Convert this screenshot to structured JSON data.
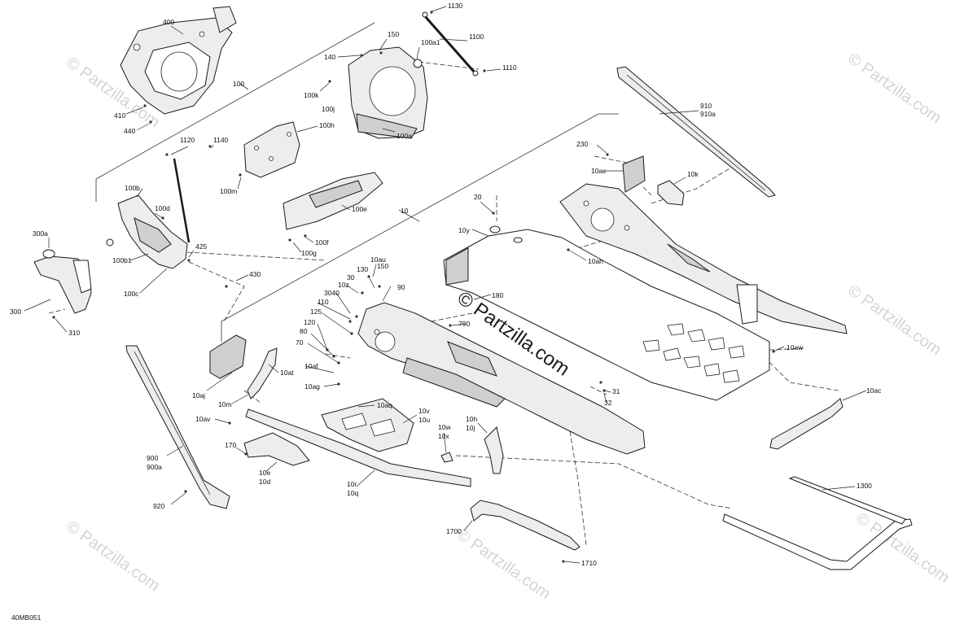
{
  "diagram": {
    "code": "40MB051",
    "watermark": "© Partzilla.com",
    "center_watermark": "© Partzilla.com",
    "labels": [
      {
        "id": "400",
        "text": "400"
      },
      {
        "id": "410",
        "text": "410"
      },
      {
        "id": "440",
        "text": "440"
      },
      {
        "id": "100",
        "text": "100"
      },
      {
        "id": "1130",
        "text": "1130"
      },
      {
        "id": "1100",
        "text": "1100"
      },
      {
        "id": "1110",
        "text": "1110"
      },
      {
        "id": "150",
        "text": "150"
      },
      {
        "id": "140",
        "text": "140"
      },
      {
        "id": "100a1",
        "text": "100a1"
      },
      {
        "id": "100k",
        "text": "100k"
      },
      {
        "id": "100j",
        "text": "100j"
      },
      {
        "id": "100a",
        "text": "100a"
      },
      {
        "id": "100h",
        "text": "100h"
      },
      {
        "id": "100m",
        "text": "100m"
      },
      {
        "id": "1120",
        "text": "1120"
      },
      {
        "id": "1140",
        "text": "1140"
      },
      {
        "id": "100b",
        "text": "100b"
      },
      {
        "id": "100d",
        "text": "100d"
      },
      {
        "id": "100b1",
        "text": "100b1"
      },
      {
        "id": "100c",
        "text": "100c"
      },
      {
        "id": "425",
        "text": "425"
      },
      {
        "id": "430",
        "text": "430"
      },
      {
        "id": "300a",
        "text": "300a"
      },
      {
        "id": "300",
        "text": "300"
      },
      {
        "id": "310",
        "text": "310"
      },
      {
        "id": "100e",
        "text": "100e"
      },
      {
        "id": "100f",
        "text": "100f"
      },
      {
        "id": "100g",
        "text": "100g"
      },
      {
        "id": "10",
        "text": "10"
      },
      {
        "id": "20",
        "text": "20"
      },
      {
        "id": "10y",
        "text": "10y"
      },
      {
        "id": "10ah",
        "text": "10ah"
      },
      {
        "id": "910",
        "text": "910"
      },
      {
        "id": "910a",
        "text": "910a"
      },
      {
        "id": "230",
        "text": "230"
      },
      {
        "id": "10ae",
        "text": "10ae"
      },
      {
        "id": "10k",
        "text": "10k"
      },
      {
        "id": "150b",
        "text": "150"
      },
      {
        "id": "130",
        "text": "130"
      },
      {
        "id": "10au",
        "text": "10au"
      },
      {
        "id": "30",
        "text": "30"
      },
      {
        "id": "10z",
        "text": "10z"
      },
      {
        "id": "3040",
        "text": "3040"
      },
      {
        "id": "90",
        "text": "90"
      },
      {
        "id": "110",
        "text": "110"
      },
      {
        "id": "125",
        "text": "125"
      },
      {
        "id": "120",
        "text": "120"
      },
      {
        "id": "80",
        "text": "80"
      },
      {
        "id": "70",
        "text": "70"
      },
      {
        "id": "180",
        "text": "180"
      },
      {
        "id": "790",
        "text": "790"
      },
      {
        "id": "10aw",
        "text": "10aw"
      },
      {
        "id": "10aj",
        "text": "10aj"
      },
      {
        "id": "10at",
        "text": "10at"
      },
      {
        "id": "10af",
        "text": "10af"
      },
      {
        "id": "10ag",
        "text": "10ag"
      },
      {
        "id": "10m",
        "text": "10m"
      },
      {
        "id": "10aq",
        "text": "10aq"
      },
      {
        "id": "10av",
        "text": "10av"
      },
      {
        "id": "10v",
        "text": "10v"
      },
      {
        "id": "10u",
        "text": "10u"
      },
      {
        "id": "10w",
        "text": "10w"
      },
      {
        "id": "10x",
        "text": "10x"
      },
      {
        "id": "10h",
        "text": "10h"
      },
      {
        "id": "10j",
        "text": "10j"
      },
      {
        "id": "31",
        "text": "31"
      },
      {
        "id": "32",
        "text": "32"
      },
      {
        "id": "10ac",
        "text": "10ac"
      },
      {
        "id": "170",
        "text": "170"
      },
      {
        "id": "10e",
        "text": "10e"
      },
      {
        "id": "10d",
        "text": "10d"
      },
      {
        "id": "900",
        "text": "900"
      },
      {
        "id": "900a",
        "text": "900a"
      },
      {
        "id": "920",
        "text": "920"
      },
      {
        "id": "10r",
        "text": "10r"
      },
      {
        "id": "10q",
        "text": "10q"
      },
      {
        "id": "1300",
        "text": "1300"
      },
      {
        "id": "1700",
        "text": "1700"
      },
      {
        "id": "1710",
        "text": "1710"
      }
    ]
  }
}
